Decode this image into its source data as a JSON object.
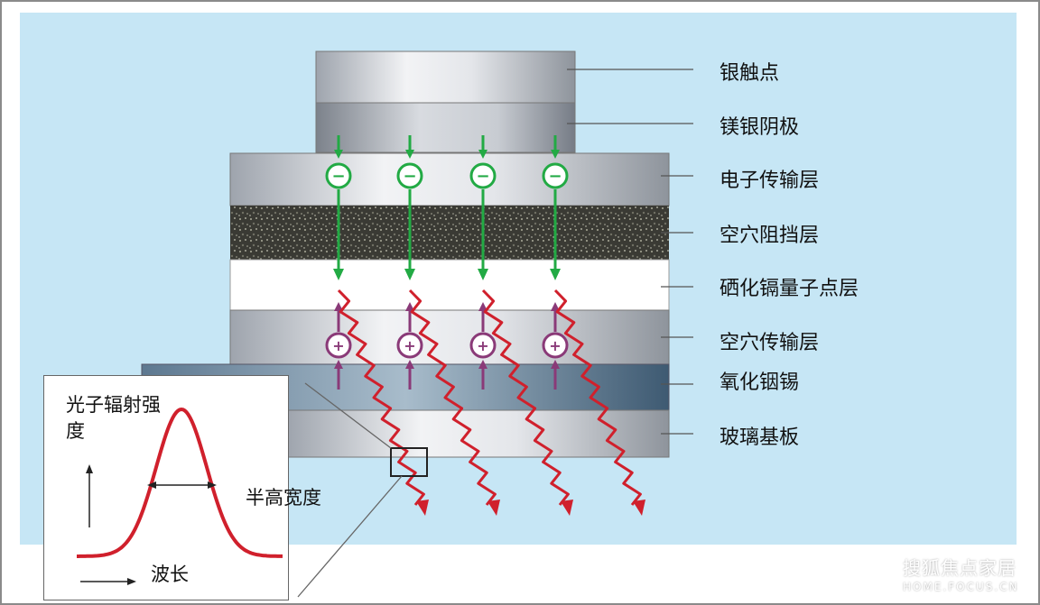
{
  "layer_labels": {
    "silver_contact": "银触点",
    "mg_ag_cathode": "镁银阴极",
    "electron_transport": "电子传输层",
    "hole_blocking": "空穴阻挡层",
    "qd_layer": "硒化镉量子点层",
    "hole_transport": "空穴传输层",
    "ito": "氧化铟锡",
    "glass": "玻璃基板"
  },
  "inset": {
    "y_label": "光子辐射强度",
    "x_label": "波长",
    "fwhm_label": "半高宽度"
  },
  "watermark": {
    "text": "搜狐焦点家居",
    "url": "HOME.FOCUS.CN"
  },
  "colors": {
    "background": "#c6e6f5",
    "electron": "#22aa44",
    "hole": "#8a3a78",
    "photon": "#d0202c",
    "curve": "#d0202c"
  },
  "electron_symbol": "−",
  "hole_symbol": "+"
}
